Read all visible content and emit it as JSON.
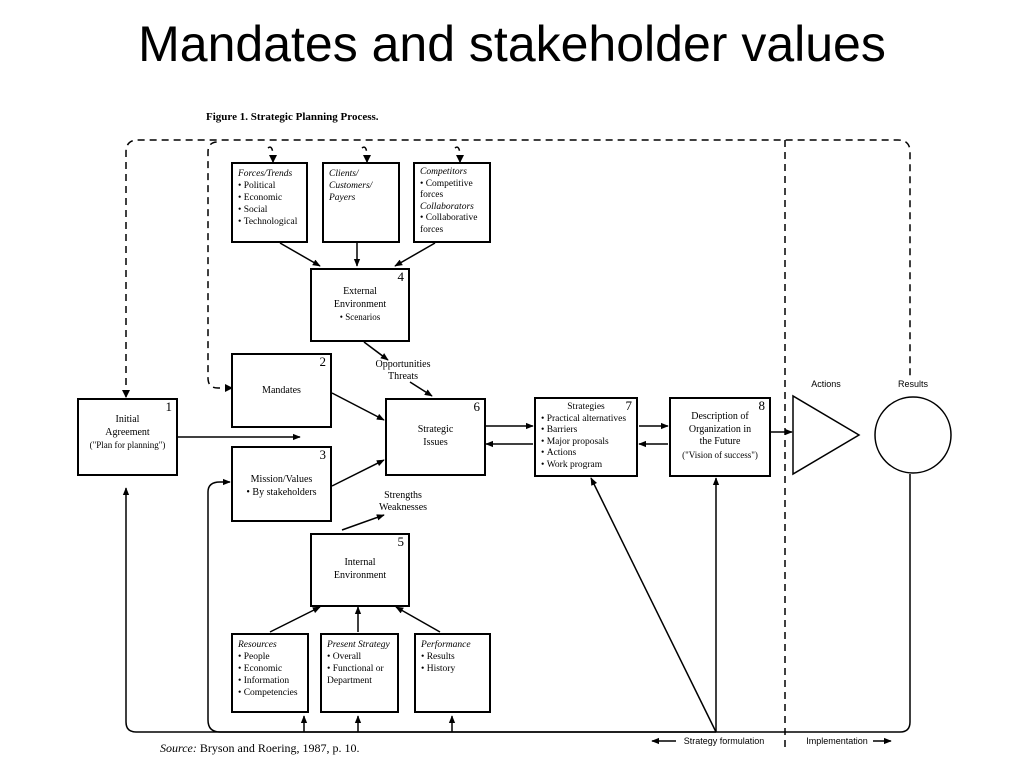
{
  "title": "Mandates and stakeholder values",
  "figure_caption": "Figure 1. Strategic Planning Process.",
  "source": {
    "prefix": "Source:",
    "text": "Bryson and Roering, 1987, p. 10."
  },
  "boxes": {
    "initial_agreement": {
      "number": "1",
      "lines": [
        "Initial",
        "Agreement",
        "(\"Plan for planning\")"
      ]
    },
    "mandates": {
      "number": "2",
      "title": "Mandates"
    },
    "mission_values": {
      "number": "3",
      "title": "Mission/Values",
      "items": [
        "By stakeholders"
      ]
    },
    "external_environment": {
      "number": "4",
      "lines": [
        "External",
        "Environment"
      ],
      "items": [
        "Scenarios"
      ]
    },
    "internal_environment": {
      "number": "5",
      "lines": [
        "Internal",
        "Environment"
      ]
    },
    "strategic_issues": {
      "number": "6",
      "lines": [
        "Strategic",
        "Issues"
      ]
    },
    "strategies": {
      "number": "7",
      "title": "Strategies",
      "items": [
        "Practical alternatives",
        "Barriers",
        "Major proposals",
        "Actions",
        "Work program"
      ]
    },
    "description": {
      "number": "8",
      "lines": [
        "Description of",
        "Organization in",
        "the Future",
        "(\"Vision of success\")"
      ]
    },
    "forces_trends": {
      "heading": "Forces/Trends",
      "items": [
        "Political",
        "Economic",
        "Social",
        "Technological"
      ]
    },
    "clients": {
      "heading_lines": [
        "Clients/",
        "Customers/",
        "Payers"
      ]
    },
    "competitors": {
      "heading": "Competitors",
      "items": [
        "Competitive forces"
      ],
      "heading2": "Collaborators",
      "items2": [
        "Collaborative forces"
      ]
    },
    "resources": {
      "heading": "Resources",
      "items": [
        "People",
        "Economic",
        "Information",
        "Competencies"
      ]
    },
    "present_strategy": {
      "heading": "Present Strategy",
      "items": [
        "Overall",
        "Functional or Department"
      ]
    },
    "performance": {
      "heading": "Performance",
      "items": [
        "Results",
        "History"
      ]
    }
  },
  "labels": {
    "opportunities": "Opportunities",
    "threats": "Threats",
    "strengths": "Strengths",
    "weaknesses": "Weaknesses",
    "actions": "Actions",
    "results": "Results",
    "strategy_formulation": "Strategy formulation",
    "implementation": "Implementation"
  }
}
